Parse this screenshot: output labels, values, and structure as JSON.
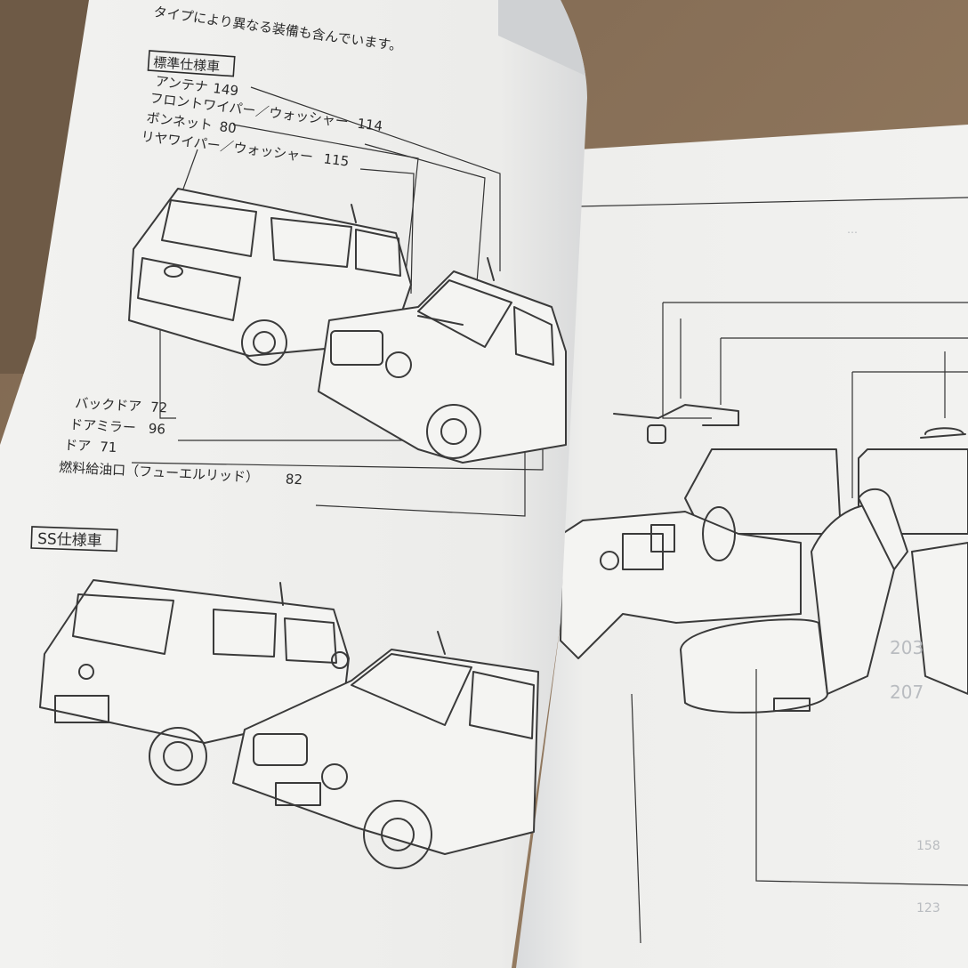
{
  "header": {
    "intro": "タイプにより異なる装備も含んでいます。"
  },
  "standard_section": {
    "title": "標準仕様車",
    "callouts": [
      {
        "label": "アンテナ",
        "page": "149"
      },
      {
        "label": "フロントワイパー／ウォッシャー",
        "page": "114"
      },
      {
        "label": "ボンネット",
        "page": "80"
      },
      {
        "label": "リヤワイパー／ウォッシャー",
        "page": "115"
      },
      {
        "label": "バックドア",
        "page": "72"
      },
      {
        "label": "ドアミラー",
        "page": "96"
      },
      {
        "label": "ドア",
        "page": "71"
      },
      {
        "label": "燃料給油口（フューエルリッド）",
        "page": "82"
      }
    ]
  },
  "ss_section": {
    "title": "SS仕様車"
  },
  "colors": {
    "background": "#8b7358",
    "page": "#efefed",
    "ink": "#2a2a2a"
  },
  "illustrations": [
    "standard-car-rear-icon",
    "standard-car-front-icon",
    "ss-car-rear-icon",
    "ss-car-front-icon",
    "interior-cabin-icon"
  ]
}
